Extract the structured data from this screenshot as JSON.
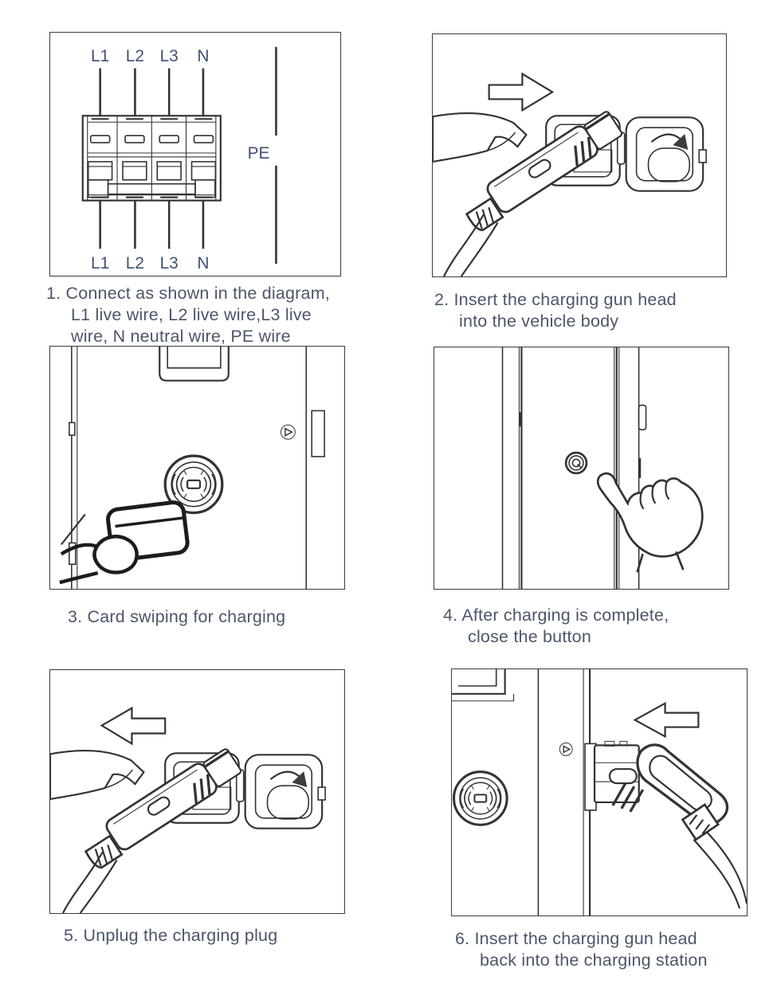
{
  "document": {
    "background": "#ffffff"
  },
  "colors": {
    "live_wire": "#e5383b",
    "neutral_wire": "#2d2d2d",
    "pe_wire": "#ece23a",
    "caption_text": "#4b566b",
    "wire_label_text": "#3d5273",
    "line_art": "#333333"
  },
  "wiring_diagram": {
    "top_labels": [
      "L1",
      "L2",
      "L3",
      "N"
    ],
    "bottom_labels": [
      "L1",
      "L2",
      "L3",
      "N"
    ],
    "pe_label": "PE"
  },
  "steps": [
    {
      "lines": [
        "1. Connect as shown in the diagram,",
        "L1 live wire, L2 live wire,L3 live",
        "wire, N neutral wire, PE wire"
      ]
    },
    {
      "lines": [
        "2. Insert the charging gun head",
        "into the vehicle body"
      ]
    },
    {
      "lines": [
        "3. Card swiping for charging"
      ]
    },
    {
      "lines": [
        "4. After charging is complete,",
        "close the button"
      ]
    },
    {
      "lines": [
        "5. Unplug the charging plug"
      ]
    },
    {
      "lines": [
        "6. Insert the charging gun head",
        "back into the charging station"
      ]
    }
  ]
}
